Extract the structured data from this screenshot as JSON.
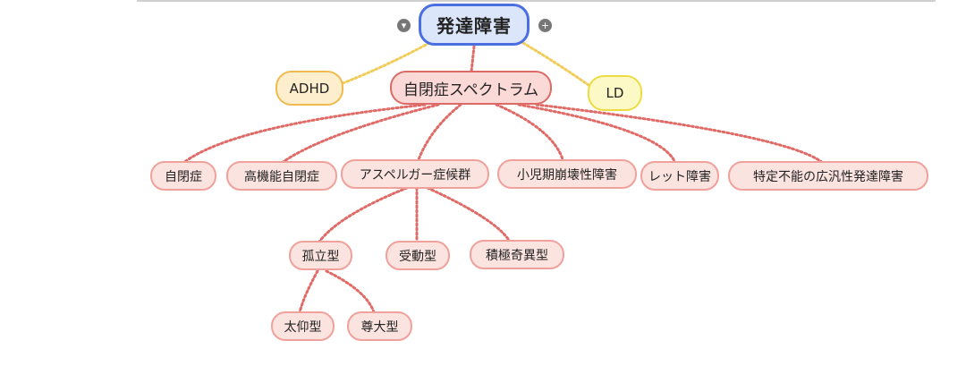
{
  "mindmap": {
    "root": {
      "label": "発達障害",
      "collapse_icon": "chevron-down-icon",
      "expand_icon": "plus-icon"
    },
    "first_level": {
      "adhd": "ADHD",
      "asd": "自閉症スペクトラム",
      "ld": "LD"
    },
    "asd_children": {
      "autism": "自閉症",
      "hfa": "高機能自閉症",
      "asperger": "アスペルガー症候群",
      "cdd": "小児期崩壊性障害",
      "rett": "レット障害",
      "pddnos": "特定不能の広汎性発達障害"
    },
    "asperger_types": {
      "isolated": "孤立型",
      "passive": "受動型",
      "active_odd": "積極奇異型"
    },
    "isolated_subtypes": {
      "a": "太仰型",
      "b": "尊大型"
    },
    "colors": {
      "root_fill": "#dbe6fb",
      "root_border": "#4b6fe0",
      "asd_fill": "#fbd9d6",
      "asd_border": "#dc6a66",
      "adhd_fill": "#fdefcd",
      "adhd_border": "#f0bb4e",
      "ld_fill": "#fdf9c6",
      "ld_border": "#ecdc42",
      "child_fill": "#fbe3e0",
      "child_border": "#f0a19b",
      "connector_red": "#e06a66",
      "connector_yellow": "#f2cc58"
    }
  }
}
